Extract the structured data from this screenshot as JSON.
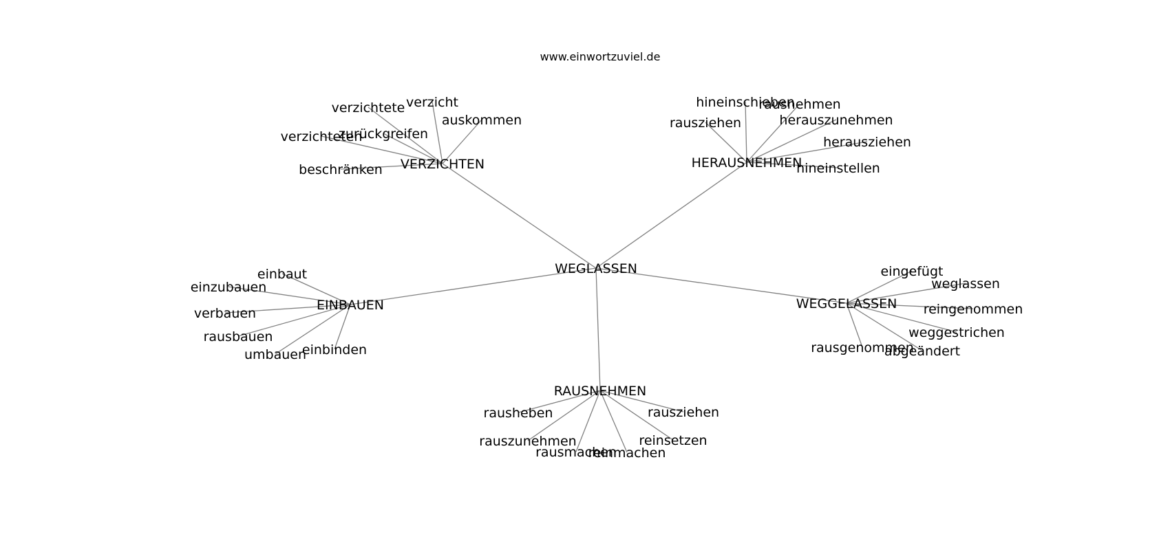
{
  "header": {
    "site_url": "www.einwortzuviel.de"
  },
  "graph": {
    "center": "WEGLASSEN",
    "clusters": [
      {
        "name": "VERZICHTEN",
        "leaves": [
          "verzichtete",
          "verzicht",
          "auskommen",
          "zurückgreifen",
          "verzichteten",
          "beschränken"
        ]
      },
      {
        "name": "HERAUSNEHMEN",
        "leaves": [
          "hineinschieben",
          "rausnehmen",
          "rausziehen",
          "herauszunehmen",
          "herausziehen",
          "hineinstellen"
        ]
      },
      {
        "name": "EINBAUEN",
        "leaves": [
          "einbaut",
          "einzubauen",
          "verbauen",
          "rausbauen",
          "umbauen",
          "einbinden"
        ]
      },
      {
        "name": "WEGGELASSEN",
        "leaves": [
          "eingefügt",
          "weglassen",
          "reingenommen",
          "weggestrichen",
          "abgeändert",
          "rausgenommen"
        ]
      },
      {
        "name": "RAUSNEHMEN",
        "leaves": [
          "rausheben",
          "rausziehen",
          "rauszunehmen",
          "rausmachen",
          "reinmachen",
          "reinsetzen"
        ]
      }
    ]
  }
}
